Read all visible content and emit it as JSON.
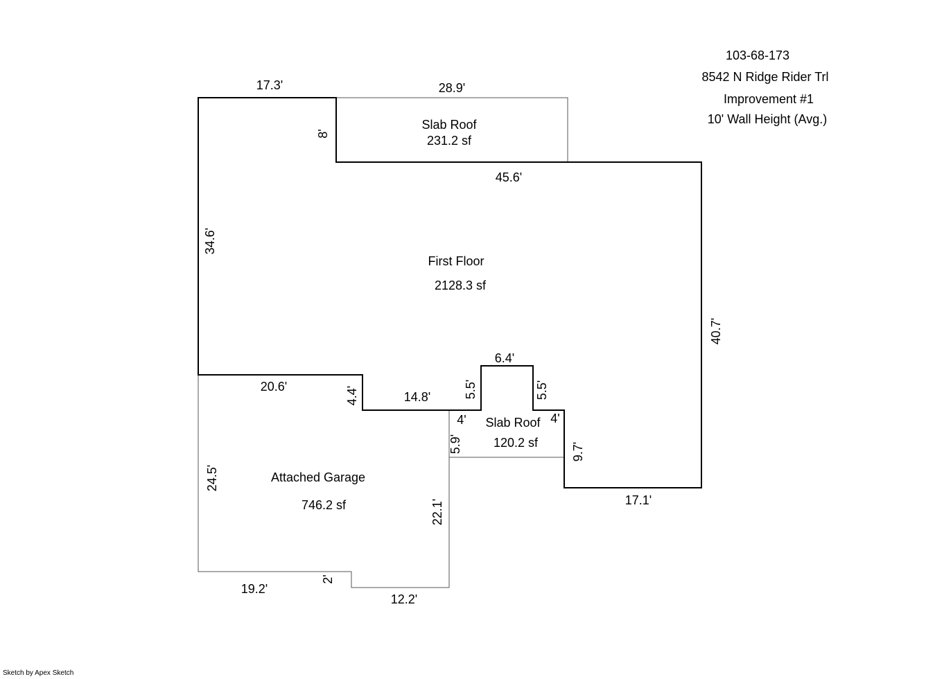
{
  "header": {
    "parcel_id": "103-68-173",
    "address": "8542 N Ridge Rider Trl",
    "improvement": "Improvement #1",
    "wall_height": "10' Wall Height (Avg.)"
  },
  "areas": {
    "slab_roof_top": {
      "name": "Slab Roof",
      "area": "231.2 sf"
    },
    "first_floor": {
      "name": "First Floor",
      "area": "2128.3 sf"
    },
    "slab_roof_bottom": {
      "name": "Slab Roof",
      "area": "120.2 sf"
    },
    "garage": {
      "name": "Attached Garage",
      "area": "746.2 sf"
    }
  },
  "dimensions": {
    "d_17_3": "17.3'",
    "d_28_9": "28.9'",
    "d_8": "8'",
    "d_45_6": "45.6'",
    "d_34_6": "34.6'",
    "d_40_7": "40.7'",
    "d_20_6": "20.6'",
    "d_4_4": "4.4'",
    "d_14_8": "14.8'",
    "d_5_5_left": "5.5'",
    "d_6_4": "6.4'",
    "d_5_5_right": "5.5'",
    "d_4_left": "4'",
    "d_4_right": "4'",
    "d_5_9": "5.9'",
    "d_9_7": "9.7'",
    "d_17_1": "17.1'",
    "d_24_5": "24.5'",
    "d_22_1": "22.1'",
    "d_2": "2'",
    "d_19_2": "19.2'",
    "d_12_2": "12.2'"
  },
  "footer": {
    "credit": "Sketch by Apex Sketch"
  }
}
